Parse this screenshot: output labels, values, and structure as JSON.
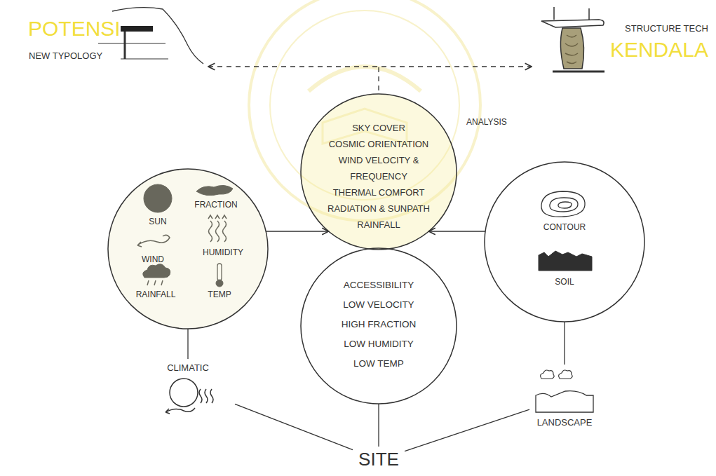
{
  "diagram": {
    "nodes": [
      {
        "text": [
          "POTENSI",
          "NEW TYPOLOGY"
        ]
      },
      {
        "text": [
          "STRUCTURE TECH",
          "KENDALA"
        ]
      },
      {
        "text": [
          "ANALYSIS",
          "SKY COVER",
          "COSMIC ORIENTATION",
          "WIND VELOCITY & FREQUENCY",
          "THERMAL COMFORT",
          "RADIATION & SUNPATH",
          "RAINFALL"
        ]
      },
      {
        "text": [
          "SUN",
          "FRACTION",
          "WIND",
          "HUMIDITY",
          "RAINFALL",
          "TEMP"
        ]
      },
      {
        "text": [
          "CONTOUR",
          "SOIL"
        ]
      },
      {
        "text": [
          "ACCESSIBILITY",
          "LOW VELOCITY",
          "HIGH FRACTION",
          "LOW HUMIDITY",
          "LOW TEMP"
        ]
      },
      {
        "text": [
          "CLIMATIC"
        ]
      },
      {
        "text": [
          "LANDSCAPE"
        ]
      },
      {
        "text": [
          "SITE"
        ]
      }
    ],
    "edges": [
      {
        "from": 0,
        "to": 1,
        "arrow": "both"
      },
      {
        "from": 3,
        "to": 2,
        "arrow": "to"
      },
      {
        "from": 4,
        "to": 2,
        "arrow": "to"
      },
      {
        "from": 3,
        "to": 6,
        "arrow": "none"
      },
      {
        "from": 4,
        "to": 7,
        "arrow": "none"
      },
      {
        "from": 6,
        "to": 8,
        "arrow": "none"
      },
      {
        "from": 5,
        "to": 8,
        "arrow": "none"
      },
      {
        "from": 7,
        "to": 8,
        "arrow": "none"
      }
    ]
  }
}
